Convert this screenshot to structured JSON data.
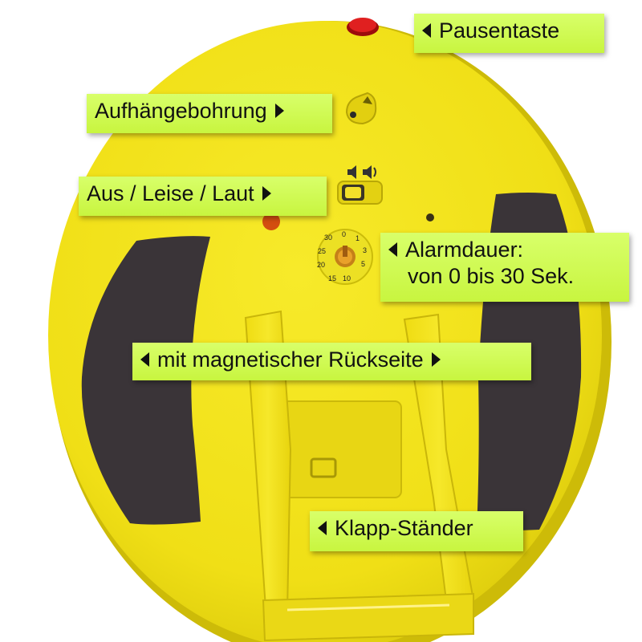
{
  "image": {
    "subject": "yellow-clock-back",
    "colors": {
      "clock_body": "#f3e41c",
      "clock_shadow": "#c9b80a",
      "magnet_pads": "#3a3438",
      "pause_button": "#d81818",
      "label_background": "#d2fb55",
      "label_text": "#111111"
    }
  },
  "dial": {
    "ticks": [
      "0",
      "1",
      "3",
      "5",
      "10",
      "15",
      "20",
      "25",
      "30"
    ]
  },
  "labels": {
    "pause": "Pausentaste",
    "hang": "Aufhängebohrung",
    "volume": "Aus / Leise / Laut",
    "alarm_line1": "Alarmdauer:",
    "alarm_line2": "von 0 bis 30 Sek.",
    "magnet": "mit magnetischer Rückseite",
    "stand": "Klapp-Ständer"
  },
  "icons": {
    "arrows": [
      "arrow-left-icon",
      "arrow-right-icon"
    ],
    "volume": [
      "speaker-quiet-icon",
      "speaker-loud-icon"
    ]
  }
}
